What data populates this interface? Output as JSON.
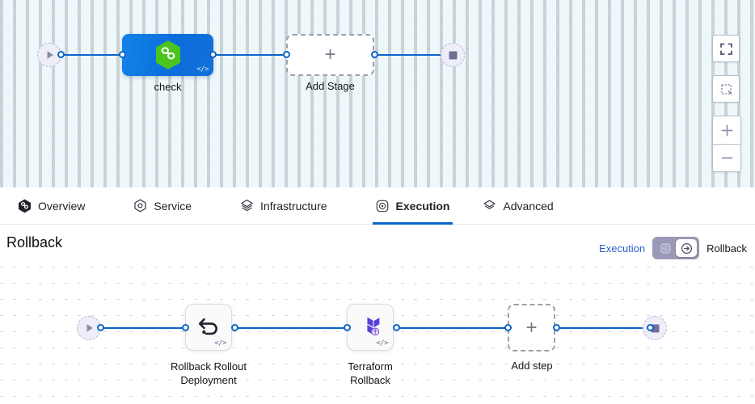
{
  "top_canvas": {
    "start_node": {
      "icon": "play-icon",
      "name": "pipeline-start"
    },
    "stage": {
      "label": "check",
      "icon": "harness-infinity-hexagon-icon",
      "code_badge": "</>",
      "color": "#0b6ddb",
      "icon_color": "#4cc41e"
    },
    "add_stage": {
      "label": "Add Stage",
      "icon": "plus-icon"
    },
    "end_node": {
      "icon": "stop-icon",
      "name": "pipeline-end"
    },
    "toolbar": [
      {
        "name": "fit-to-screen-button",
        "icon": "expand-corners-icon"
      },
      {
        "name": "select-area-button",
        "icon": "dashed-square-icon"
      },
      {
        "name": "zoom-in-button",
        "icon": "plus-icon"
      },
      {
        "name": "zoom-out-button",
        "icon": "minus-icon"
      }
    ]
  },
  "tabs": [
    {
      "label": "Overview",
      "icon": "harness-hexagon-icon",
      "active": false
    },
    {
      "label": "Service",
      "icon": "service-hexagon-icon",
      "active": false
    },
    {
      "label": "Infrastructure",
      "icon": "layers-diamond-icon",
      "active": false
    },
    {
      "label": "Execution",
      "icon": "execution-icon",
      "active": true
    },
    {
      "label": "Advanced",
      "icon": "advanced-layers-icon",
      "active": false
    }
  ],
  "rollback_header": {
    "title": "Rollback",
    "toggle": {
      "left_label": "Execution",
      "right_label": "Rollback",
      "left_icon": "execution-icon",
      "right_icon": "rollback-arrow-icon",
      "selected": "Rollback"
    }
  },
  "bottom_canvas": {
    "start_node": {
      "icon": "play-icon",
      "name": "rollback-start"
    },
    "steps": [
      {
        "label": "Rollback Rollout\nDeployment",
        "icon": "undo-arrow-icon",
        "code_badge": "</>"
      },
      {
        "label": "Terraform\nRollback",
        "icon": "terraform-icon",
        "code_badge": "</>",
        "icon_color": "#5b3fd6"
      }
    ],
    "add_step": {
      "label": "Add step",
      "icon": "plus-icon"
    },
    "end_node": {
      "icon": "stop-icon",
      "name": "rollback-end"
    }
  },
  "colors": {
    "accent_blue": "#0b64c9",
    "link_blue": "#2e5fd0",
    "canvas_top_bg": "#eef7fa",
    "canvas_bottom_bg": "#ffffff",
    "terminal_bg": "#eeeef8"
  }
}
